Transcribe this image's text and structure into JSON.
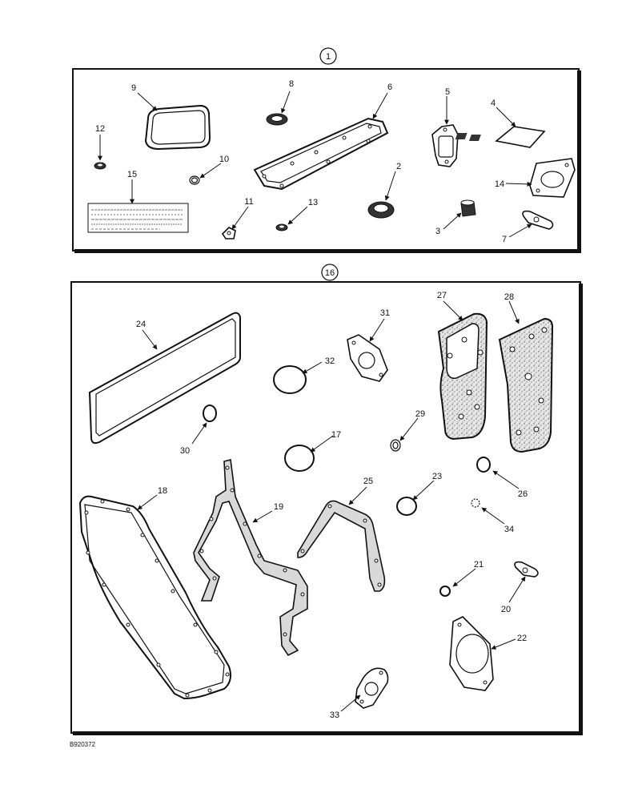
{
  "kits": [
    {
      "number": "1"
    },
    {
      "number": "16"
    }
  ],
  "callouts_kit1": [
    "9",
    "8",
    "6",
    "5",
    "4",
    "12",
    "10",
    "2",
    "15",
    "14",
    "11",
    "13",
    "3",
    "7"
  ],
  "callouts_kit16": [
    "24",
    "31",
    "27",
    "28",
    "32",
    "17",
    "29",
    "30",
    "18",
    "19",
    "25",
    "23",
    "26",
    "34",
    "21",
    "20",
    "22",
    "33"
  ],
  "drawing_id": "B920372"
}
